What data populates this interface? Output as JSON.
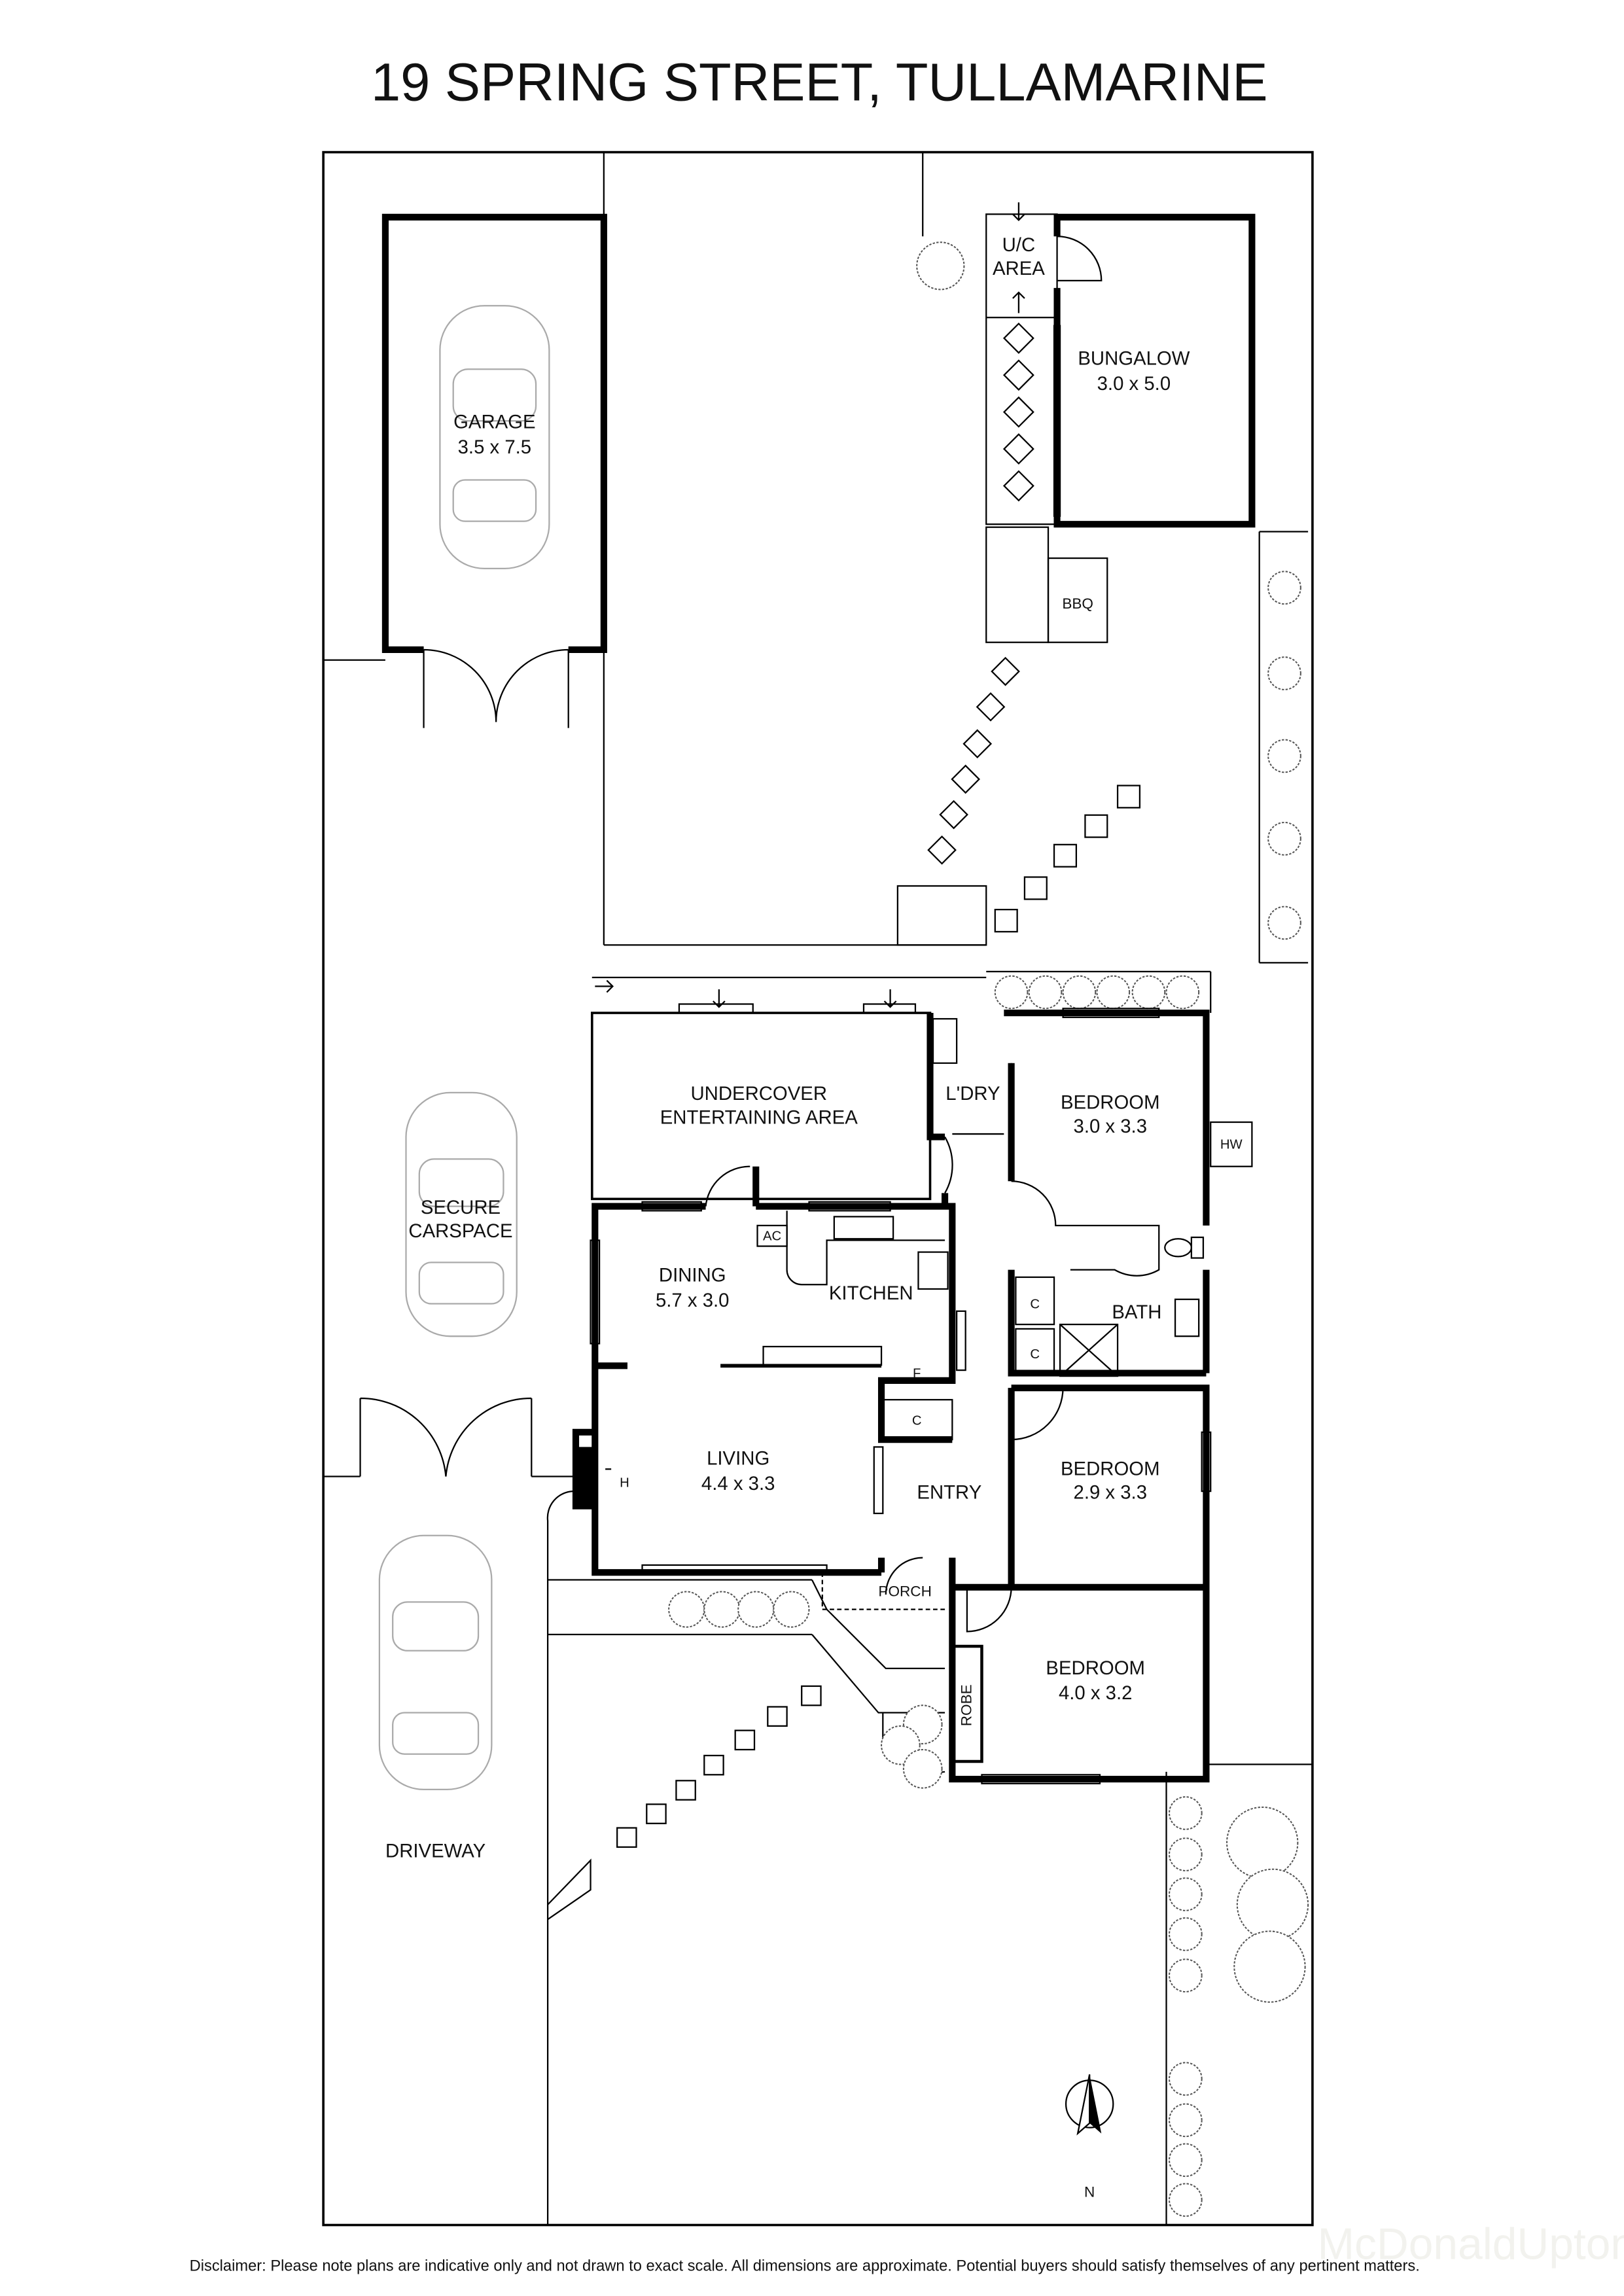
{
  "title": "19 SPRING STREET, TULLAMARINE",
  "rooms": {
    "garage": {
      "name": "GARAGE",
      "size": "3.5 x 7.5"
    },
    "bungalow": {
      "name": "BUNGALOW",
      "size": "3.0 x 5.0"
    },
    "uc_area": {
      "line1": "U/C",
      "line2": "AREA"
    },
    "bbq": "BBQ",
    "undercover": {
      "line1": "UNDERCOVER",
      "line2": "ENTERTAINING AREA"
    },
    "laundry": "L'DRY",
    "bedroom1": {
      "name": "BEDROOM",
      "size": "3.0 x 3.3"
    },
    "hw": "HW",
    "dining": {
      "name": "DINING",
      "size": "5.7 x 3.0"
    },
    "kitchen": "KITCHEN",
    "ac": "AC",
    "bath": "BATH",
    "cupboard": "C",
    "fridge": "F",
    "living": {
      "name": "LIVING",
      "size": "4.4 x 3.3"
    },
    "heater": "H",
    "entry": "ENTRY",
    "bedroom2": {
      "name": "BEDROOM",
      "size": "2.9 x 3.3"
    },
    "porch": "PORCH",
    "robe": "ROBE",
    "bedroom3": {
      "name": "BEDROOM",
      "size": "4.0 x 3.2"
    },
    "secure_carspace": {
      "line1": "SECURE",
      "line2": "CARSPACE"
    },
    "driveway": "DRIVEWAY"
  },
  "compass": "N",
  "watermark": "McDonaldUpton",
  "disclaimer": "Disclaimer: Please note plans are indicative only and not drawn to exact scale. All dimensions are approximate. Potential buyers should satisfy themselves of any pertinent matters."
}
